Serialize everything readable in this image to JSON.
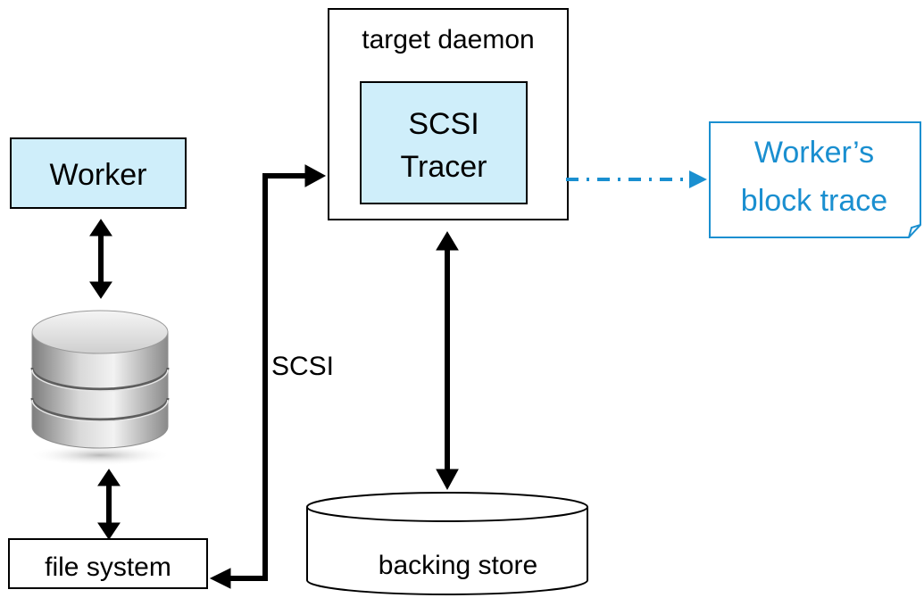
{
  "diagram": {
    "worker_label": "Worker",
    "daemon_label": "target daemon",
    "tracer_line1": "SCSI",
    "tracer_line2": "Tracer",
    "trace_note_line1": "Worker’s",
    "trace_note_line2": "block trace",
    "scsi_label": "SCSI",
    "filesystem_label": "file system",
    "backing_store_label": "backing store",
    "colors": {
      "box_fill": "#cfeefa",
      "accent": "#1a8fd0",
      "stroke": "#000000"
    },
    "icons": {
      "database": "database-icon"
    }
  }
}
